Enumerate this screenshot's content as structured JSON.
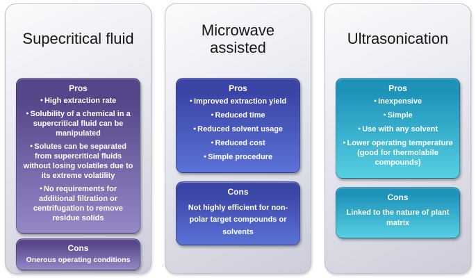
{
  "panels": [
    {
      "title": "Supecritical fluid",
      "colors": {
        "dark": "#564689",
        "light": "#9688c7"
      },
      "pros": {
        "label": "Pros",
        "items": [
          "High extraction rate",
          "Solubility of a chemical in a supercritical fluid can be manipulated",
          "Solutes can be separated from supercritical fluids without losing volatiles due to its extreme volatility",
          "No requirements for additional filtration or centrifugation to remove residue solids"
        ]
      },
      "cons": {
        "label": "Cons",
        "text": "Onerous operating conditions"
      }
    },
    {
      "title": "Microwave assisted",
      "colors": {
        "dark": "#3a44a4",
        "light": "#5b72d8"
      },
      "pros": {
        "label": "Pros",
        "items": [
          "Improved extraction yield",
          "Reduced time",
          "Reduced solvent usage",
          "Reduced cost",
          "Simple procedure"
        ]
      },
      "cons": {
        "label": "Cons",
        "text": "Not highly efficient for non-polar target compounds or solvents"
      }
    },
    {
      "title": "Ultrasonication",
      "colors": {
        "dark": "#1e93ba",
        "light": "#56d0e2"
      },
      "pros": {
        "label": "Pros",
        "items": [
          "Inexpensive",
          "Simple",
          "Use with any solvent",
          "Lower operating temperature (good for thermolabile compounds)"
        ]
      },
      "cons": {
        "label": "Cons",
        "text": "Linked to the nature of plant matrix"
      }
    }
  ]
}
